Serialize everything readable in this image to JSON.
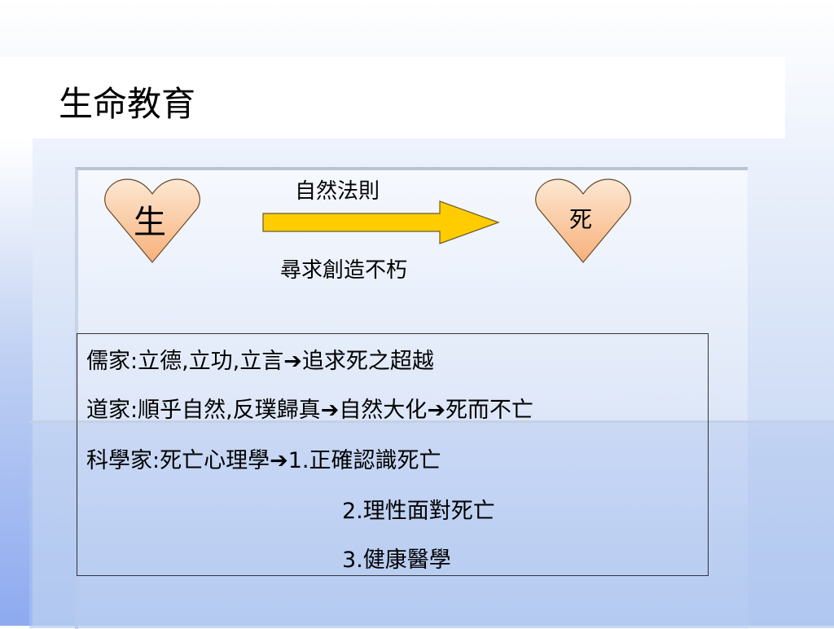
{
  "slide": {
    "title": "生命教育"
  },
  "diagram": {
    "left_heart_label": "生",
    "right_heart_label": "死",
    "arrow_top_label": "自然法則",
    "arrow_bottom_label": "尋求創造不朽",
    "heart_fill_top": "#fde8d3",
    "heart_fill_bottom": "#f7b07a",
    "arrow_color": "#ffcc00"
  },
  "content": {
    "line1": {
      "before": "儒家:立德,立功,立言",
      "arrow": "➔",
      "after": "追求死之超越"
    },
    "line2": {
      "before": "道家:順乎自然,反璞歸真",
      "arrow1": "➔",
      "middle": "自然大化",
      "arrow2": "➔",
      "after": "死而不亡"
    },
    "line3": {
      "before": "科學家:死亡心理學",
      "arrow": "➔",
      "after": "1.正確認識死亡"
    },
    "line4": "2.理性面對死亡",
    "line5": "3.健康醫學"
  }
}
